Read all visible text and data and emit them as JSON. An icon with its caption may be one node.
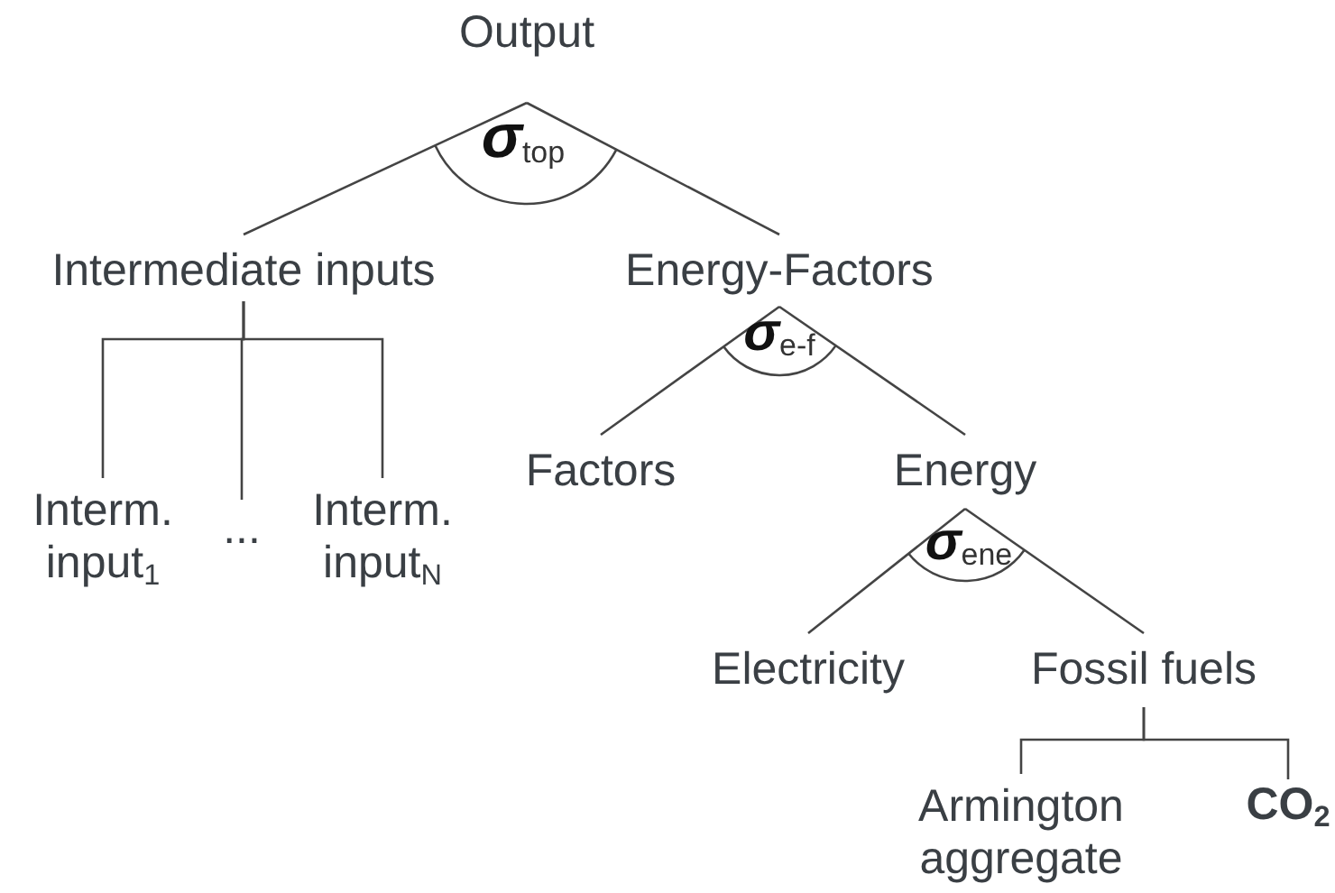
{
  "diagram": {
    "nodes": [
      {
        "text": [
          "Output"
        ]
      },
      {
        "text": [
          "Intermediate inputs"
        ]
      },
      {
        "text": [
          "Energy-Factors"
        ]
      },
      {
        "text": [
          "Interm. input$_{1}$"
        ]
      },
      {
        "text": [
          "..."
        ]
      },
      {
        "text": [
          "Interm. input$_{N}$"
        ]
      },
      {
        "text": [
          "Factors"
        ]
      },
      {
        "text": [
          "Energy"
        ]
      },
      {
        "text": [
          "Electricity"
        ]
      },
      {
        "text": [
          "Fossil fuels"
        ]
      },
      {
        "text": [
          "Armington aggregate"
        ]
      },
      {
        "text": [
          "CO$_{2}$"
        ]
      }
    ],
    "edges": [
      {
        "from": 0,
        "to": 1,
        "arrow": "none"
      },
      {
        "from": 0,
        "to": 2,
        "arrow": "none"
      },
      {
        "from": 1,
        "to": 3,
        "arrow": "none"
      },
      {
        "from": 1,
        "to": 4,
        "arrow": "none"
      },
      {
        "from": 1,
        "to": 5,
        "arrow": "none"
      },
      {
        "from": 2,
        "to": 6,
        "arrow": "none"
      },
      {
        "from": 2,
        "to": 7,
        "arrow": "none"
      },
      {
        "from": 7,
        "to": 8,
        "arrow": "none"
      },
      {
        "from": 7,
        "to": 9,
        "arrow": "none"
      },
      {
        "from": 9,
        "to": 10,
        "arrow": "none"
      },
      {
        "from": 9,
        "to": 11,
        "arrow": "none"
      }
    ],
    "labels": [
      "σ$_{top}$",
      "σ$_{e-f}$",
      "σ$_{ene}$"
    ]
  }
}
